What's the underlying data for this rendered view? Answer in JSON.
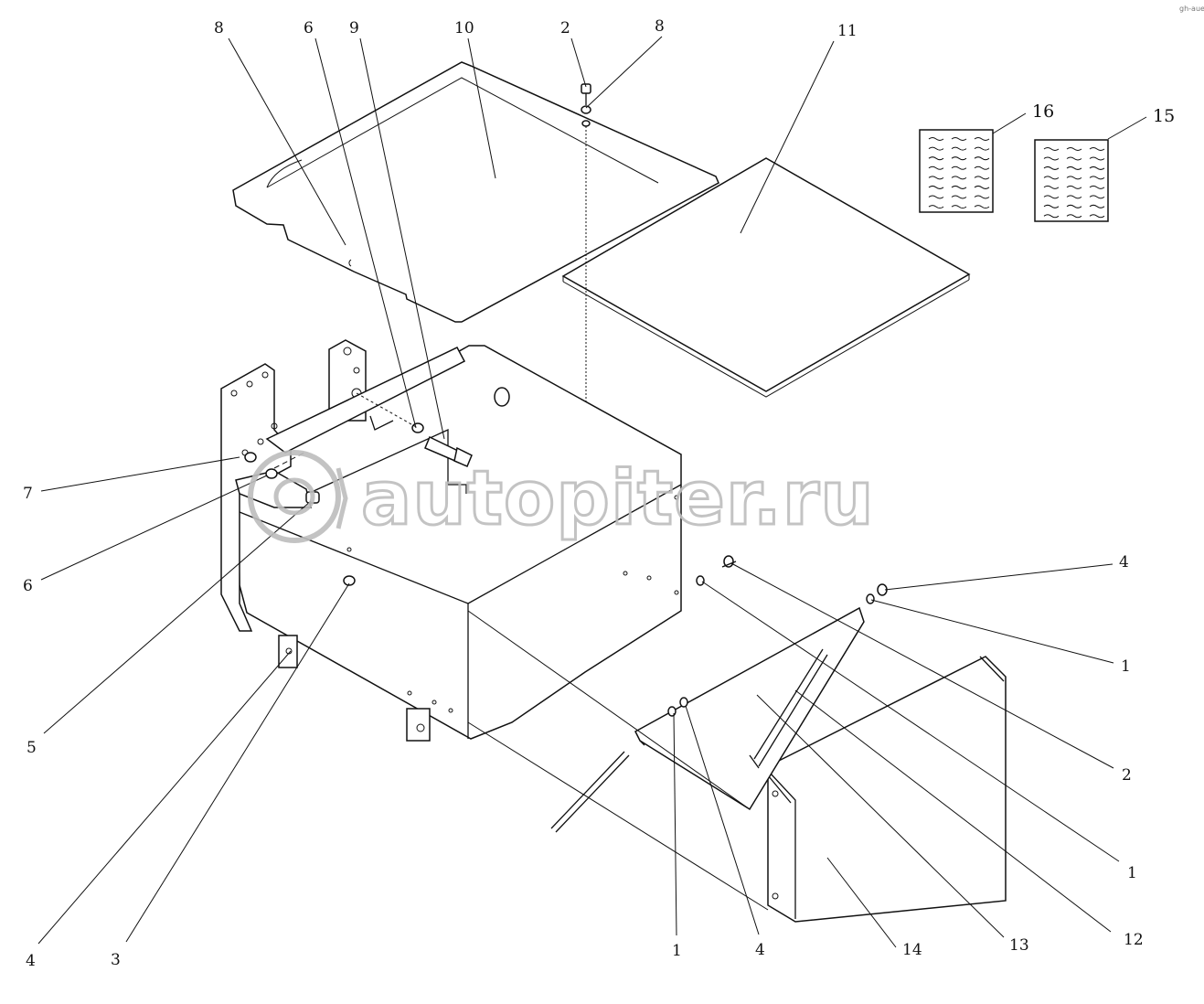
{
  "callouts": [
    {
      "label": "8"
    },
    {
      "label": "6"
    },
    {
      "label": "9"
    },
    {
      "label": "10"
    },
    {
      "label": "2"
    },
    {
      "label": "8"
    },
    {
      "label": "11"
    },
    {
      "label": "16"
    },
    {
      "label": "15"
    },
    {
      "label": "7"
    },
    {
      "label": "6"
    },
    {
      "label": "5"
    },
    {
      "label": "4"
    },
    {
      "label": "3"
    },
    {
      "label": "4"
    },
    {
      "label": "1"
    },
    {
      "label": "2"
    },
    {
      "label": "1"
    },
    {
      "label": "12"
    },
    {
      "label": "13"
    },
    {
      "label": "14"
    },
    {
      "label": "4"
    },
    {
      "label": "1"
    }
  ],
  "watermark": {
    "text": "autopiter.ru"
  },
  "corner_mark": {
    "text": "gh-aue"
  }
}
